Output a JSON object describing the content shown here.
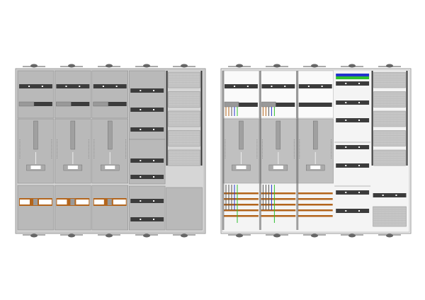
{
  "drawing": {
    "cabinets": [
      {
        "name": "cabinet-closed-view",
        "columns": [
          {
            "type": "meter",
            "count": 1
          },
          {
            "type": "meter",
            "count": 1
          },
          {
            "type": "meter",
            "count": 1
          },
          {
            "type": "din-rails",
            "count": 7
          },
          {
            "type": "perforated",
            "count": 5
          }
        ]
      },
      {
        "name": "cabinet-open-view",
        "columns": [
          {
            "type": "meter-wired",
            "count": 1
          },
          {
            "type": "meter-wired",
            "count": 1
          },
          {
            "type": "meter-wired",
            "count": 1
          },
          {
            "type": "din-rails",
            "count": 8
          },
          {
            "type": "perforated",
            "count": 5
          }
        ]
      }
    ]
  },
  "colors": {
    "frame": "#9a9a9a",
    "panel": "#b9b9b9",
    "panel_dark": "#a9a9a9",
    "rail": "#3c3c3c",
    "copper": "#b3651c",
    "earth": "#2fc12f",
    "neutral": "#2233cc",
    "background": "#ffffff"
  }
}
